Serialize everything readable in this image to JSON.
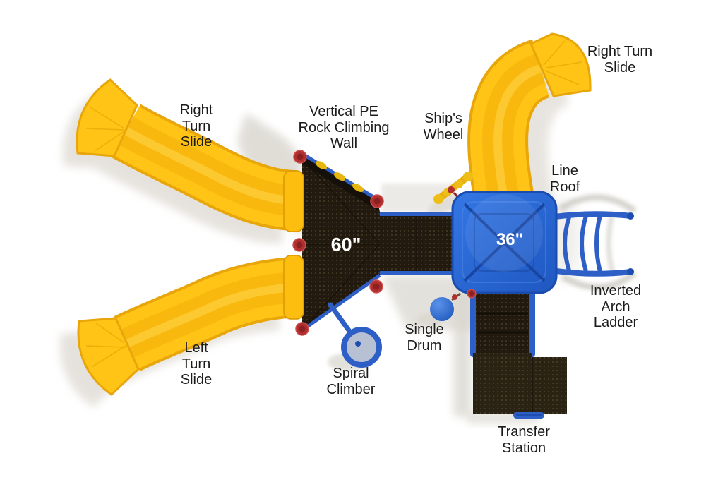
{
  "figure": {
    "deck_size_label": "60\"",
    "roof_size_label": "36\"",
    "labels": {
      "right_turn_slide_top": "Right Turn\nSlide",
      "right_turn_slide_left": "Right\nTurn\nSlide",
      "vertical_pe_rock_climbing_wall": "Vertical PE\nRock Climbing\nWall",
      "ships_wheel": "Ship's\nWheel",
      "line_roof": "Line\nRoof",
      "inverted_arch_ladder": "Inverted\nArch\nLadder",
      "single_drum": "Single\nDrum",
      "spiral_climber": "Spiral\nClimber",
      "left_turn_slide": "Left\nTurn\nSlide",
      "transfer_station": "Transfer\nStation"
    },
    "colors": {
      "slide_yellow": "#FFC113",
      "roof_blue": "#2667D3",
      "rail_blue": "#2D5FC6",
      "panel_dark": "#221A0E",
      "connector_red": "#B03030",
      "shadow_gray": "#DBD7CF",
      "label_text": "#1B1B1B",
      "size_text": "#FFFFFF"
    }
  }
}
